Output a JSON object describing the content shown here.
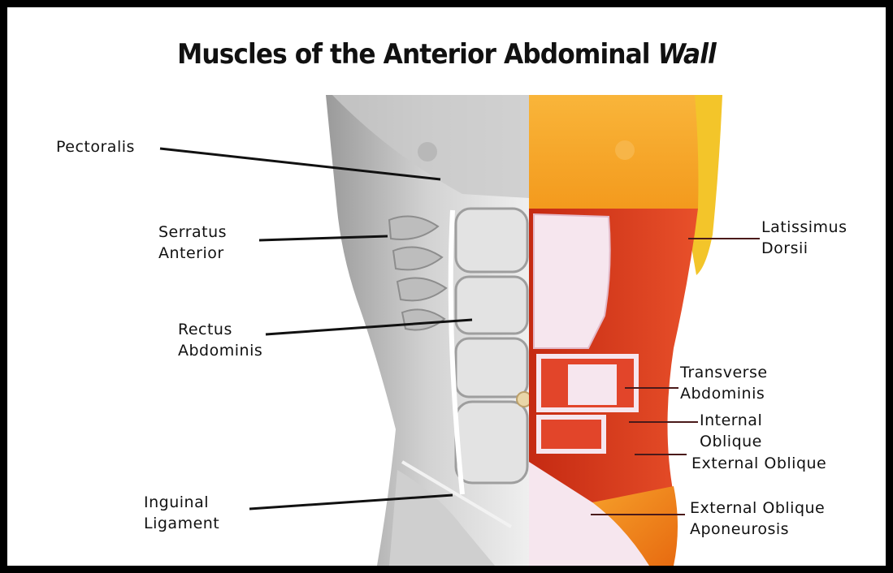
{
  "title": {
    "main": "Muscles of the Anterior Abdominal ",
    "emphasis": "Wall"
  },
  "labels": {
    "pectoralis": "Pectoralis",
    "serratus_anterior": "Serratus\nAnterior",
    "rectus_abdominis": "Rectus\nAbdominis",
    "inguinal_ligament": "Inguinal\nLigament",
    "latissimus_dorsi": "Latissimus\nDorsii",
    "transverse_abdominis": "Transverse\nAbdominis",
    "internal_oblique": "Internal\nOblique",
    "external_oblique": "External Oblique",
    "external_oblique_aponeurosis": "External Oblique\nAponeurosis"
  },
  "colors": {
    "skin_left": "#d8d8d8",
    "pectoral_right": "#f7a623",
    "muscle_red": "#d9361c",
    "fascia_pink": "#f6e6ee",
    "latissimus_yellow": "#f3c52a",
    "pointer_line": "#111111",
    "pointer_line_right": "#4a1a1a"
  }
}
